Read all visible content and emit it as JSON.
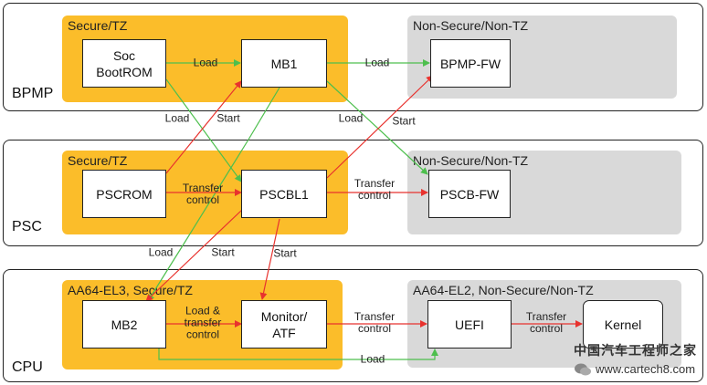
{
  "lanes": {
    "bpmp": {
      "label": "BPMP"
    },
    "psc": {
      "label": "PSC"
    },
    "cpu": {
      "label": "CPU"
    }
  },
  "zones": {
    "bpmp_secure": "Secure/TZ",
    "bpmp_nonsecure": "Non-Secure/Non-TZ",
    "psc_secure": "Secure/TZ",
    "psc_nonsecure": "Non-Secure/Non-TZ",
    "cpu_secure": "AA64-EL3, Secure/TZ",
    "cpu_nonsecure": "AA64-EL2, Non-Secure/Non-TZ"
  },
  "nodes": {
    "soc_bootrom": "Soc\nBootROM",
    "mb1": "MB1",
    "bpmp_fw": "BPMP-FW",
    "pscrom": "PSCROM",
    "pscbl1": "PSCBL1",
    "pscb_fw": "PSCB-FW",
    "mb2": "MB2",
    "monitor_atf": "Monitor/\nATF",
    "uefi": "UEFI",
    "kernel": "Kernel"
  },
  "edge_labels": {
    "bootrom_mb1": "Load",
    "mb1_bpmpfw": "Load",
    "bootrom_pscbl1": "Load",
    "pscrom_mb1": "Start",
    "mb1_pscbfw": "Load",
    "pscbl1_bpmpfw": "Start",
    "pscrom_pscbl1": "Transfer\ncontrol",
    "pscbl1_pscbfw": "Transfer\ncontrol",
    "mb1_mb2": "Load",
    "pscbl1_mb2": "Start",
    "pscbl1_monitor": "Start",
    "mb2_monitor": "Load &\ntransfer\ncontrol",
    "monitor_uefi": "Transfer\ncontrol",
    "uefi_kernel": "Transfer\ncontrol",
    "mb2_uefi": "Load"
  },
  "colors": {
    "load_arrow": "#4dbf4d",
    "control_arrow": "#e8322e",
    "secure_zone": "#fbbd2a",
    "nonsecure_zone": "#d9d9d9"
  },
  "watermark": {
    "title": "中国汽车工程师之家",
    "url": "www.cartech8.com"
  }
}
